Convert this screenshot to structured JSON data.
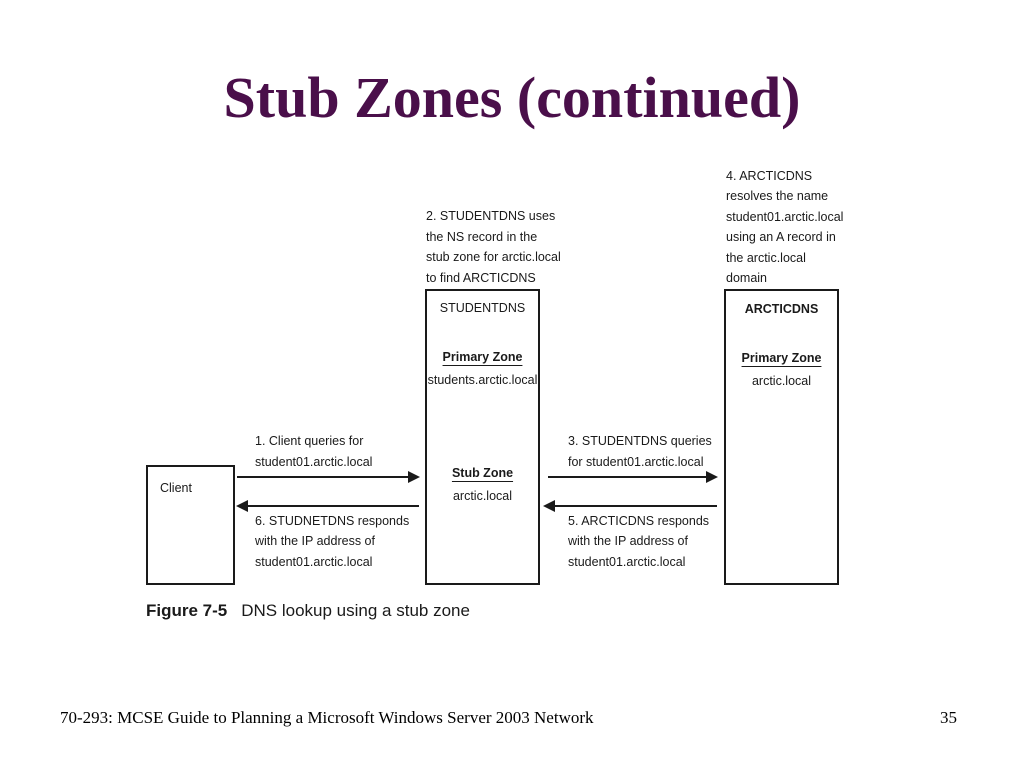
{
  "colors": {
    "title": "#4a0f4a",
    "ink": "#1a1a1a"
  },
  "slide": {
    "title": "Stub Zones (continued)",
    "footer_left": "70-293: MCSE Guide to Planning a Microsoft Windows Server 2003 Network",
    "page_number": "35"
  },
  "figure": {
    "caption_number": "Figure 7-5",
    "caption_text": "DNS lookup using a stub zone",
    "client": {
      "label": "Client"
    },
    "studentdns": {
      "name": "STUDENTDNS",
      "primary_heading": "Primary Zone",
      "primary_zone": "students.arctic.local",
      "stub_heading": "Stub Zone",
      "stub_zone": "arctic.local"
    },
    "arcticdns": {
      "name": "ARCTICDNS",
      "primary_heading": "Primary Zone",
      "primary_zone": "arctic.local"
    },
    "steps": {
      "s1": [
        "1. Client queries for",
        "student01.arctic.local"
      ],
      "s2": [
        "2. STUDENTDNS uses",
        "the NS record in the",
        "stub zone for arctic.local",
        "to find ARCTICDNS"
      ],
      "s3": [
        "3. STUDENTDNS queries",
        "for student01.arctic.local"
      ],
      "s4": [
        "4. ARCTICDNS",
        "resolves the name",
        "student01.arctic.local",
        "using an A record in",
        "the arctic.local",
        "domain"
      ],
      "s5": [
        "5. ARCTICDNS responds",
        "with the IP address of",
        "student01.arctic.local"
      ],
      "s6": [
        "6. STUDNETDNS responds",
        "with the IP address of",
        "student01.arctic.local"
      ]
    }
  }
}
